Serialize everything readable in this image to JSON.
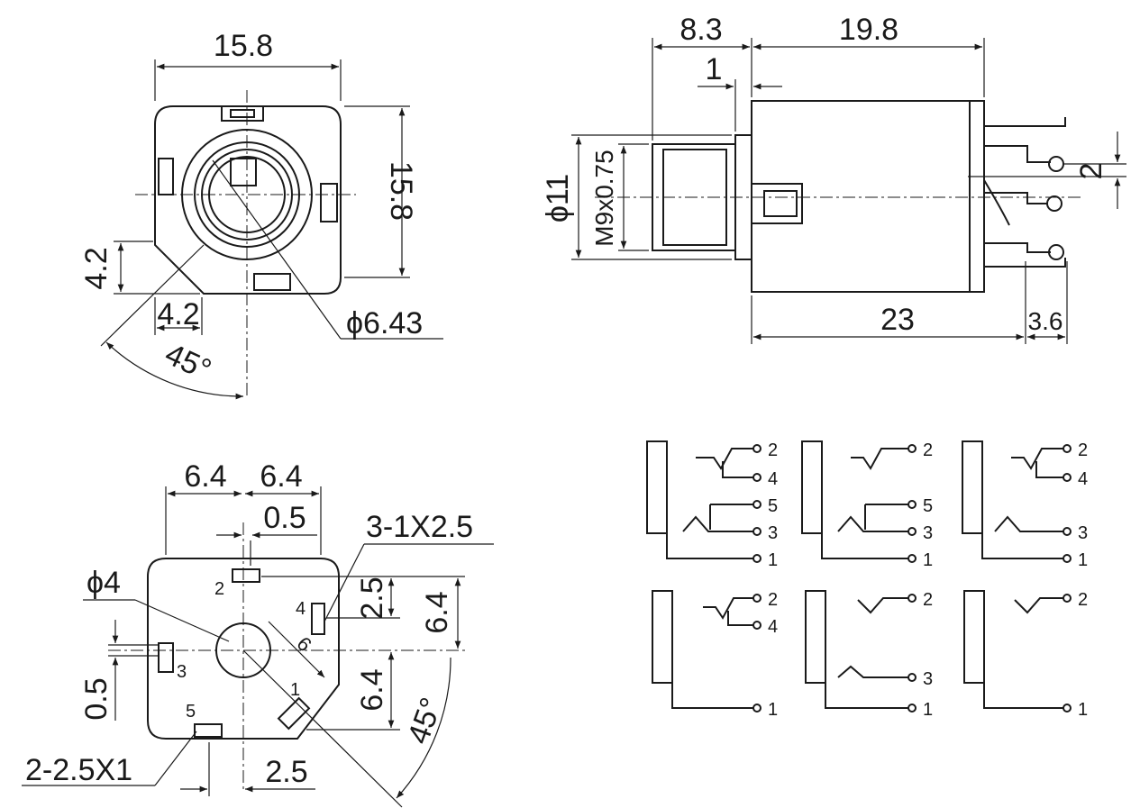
{
  "front_view": {
    "width": "15.8",
    "height": "15.8",
    "chamfer_v": "4.2",
    "chamfer_h": "4.2",
    "angle": "45°",
    "bore": "ϕ6.43"
  },
  "side_view": {
    "thread_len": "8.3",
    "body_len": "19.8",
    "flange": "1",
    "diameter": "ϕ11",
    "thread": "M9x0.75",
    "pin_pitch": "2",
    "base_len": "23",
    "pin_len": "3.6"
  },
  "pcb_view": {
    "half_left": "6.4",
    "half_right": "6.4",
    "offset_top": "0.5",
    "slot_spec": "3-1X2.5",
    "hole": "ϕ4",
    "dim_25_right": "2.5",
    "dim_64_upper": "6.4",
    "dim_64_lower": "6.4",
    "dim_05_left": "0.5",
    "angle": "45°",
    "radius": "6",
    "slot_spec_2": "2-2.5X1",
    "dim_25_bottom": "2.5",
    "pins": [
      "1",
      "2",
      "3",
      "4",
      "5"
    ]
  },
  "schematics": [
    {
      "pins": [
        "2",
        "4",
        "5",
        "3",
        "1"
      ]
    },
    {
      "pins": [
        "2",
        "5",
        "3",
        "1"
      ]
    },
    {
      "pins": [
        "2",
        "4",
        "3",
        "1"
      ]
    },
    {
      "pins": [
        "2",
        "4",
        "1"
      ]
    },
    {
      "pins": [
        "2",
        "3",
        "1"
      ]
    },
    {
      "pins": [
        "2",
        "1"
      ]
    }
  ]
}
